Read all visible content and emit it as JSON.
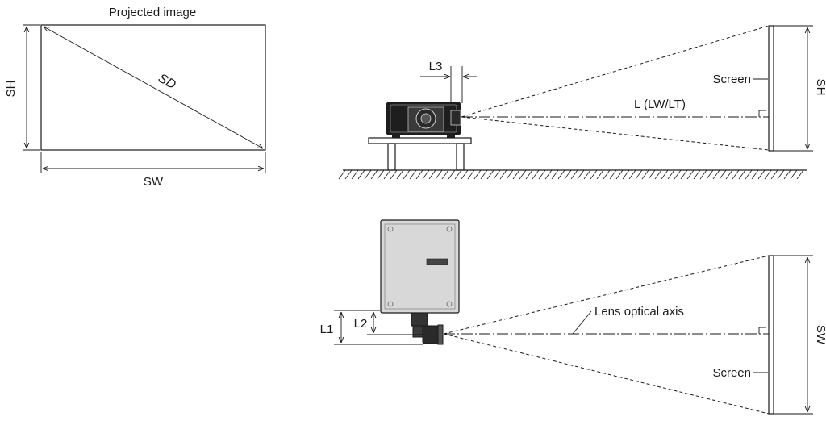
{
  "projected_image": {
    "title": "Projected image",
    "height_label": "SH",
    "width_label": "SW",
    "diagonal_label": "SD"
  },
  "side_view": {
    "l3_label": "L3",
    "screen_label": "Screen",
    "distance_label": "L (LW/LT)",
    "screen_height_label": "SH"
  },
  "top_view": {
    "l1_label": "L1",
    "l2_label": "L2",
    "axis_label": "Lens optical axis",
    "screen_label": "Screen",
    "screen_width_label": "SW"
  },
  "colors": {
    "line": "#1a1a1a",
    "projector_body": "#1e1e1e",
    "projector_top": "#d8d8d8"
  }
}
